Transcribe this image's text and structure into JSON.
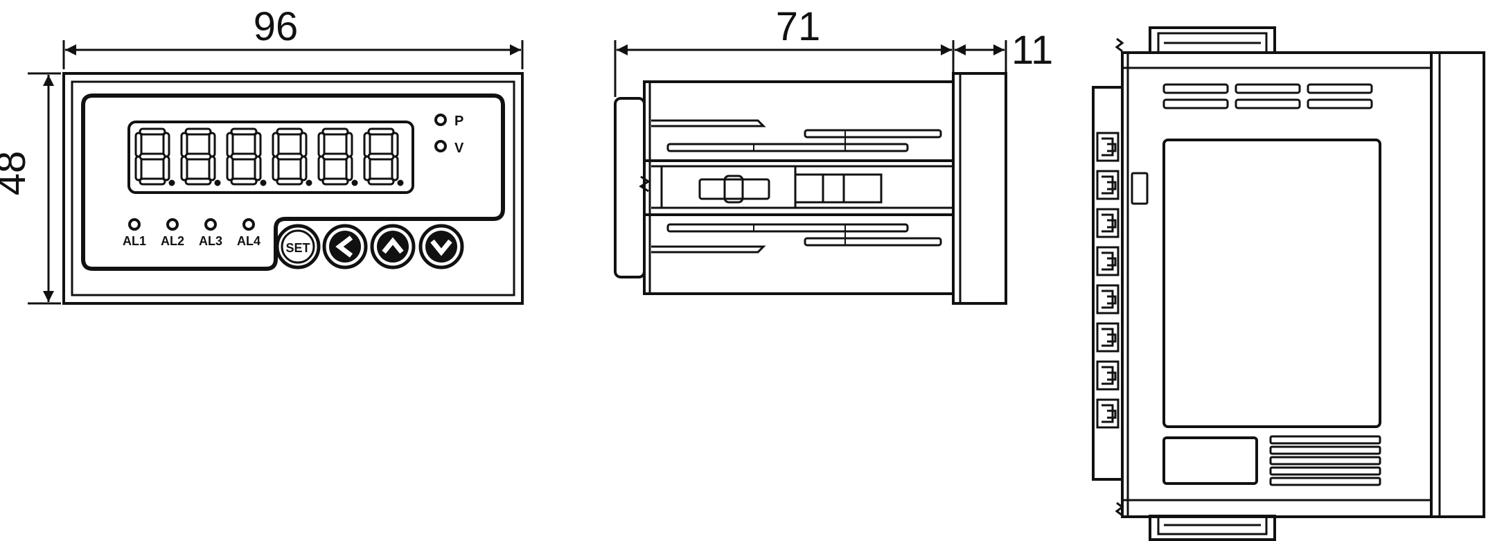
{
  "dimensions": {
    "front_width": "96",
    "front_height": "48",
    "side_depth": "71",
    "bezel_depth": "11"
  },
  "indicators": {
    "p_label": "P",
    "v_label": "V",
    "alarms": [
      "AL1",
      "AL2",
      "AL3",
      "AL4"
    ]
  },
  "buttons": {
    "set_label": "SET"
  },
  "display": {
    "digit_count": 6
  },
  "rear": {
    "terminal_count": 8
  }
}
